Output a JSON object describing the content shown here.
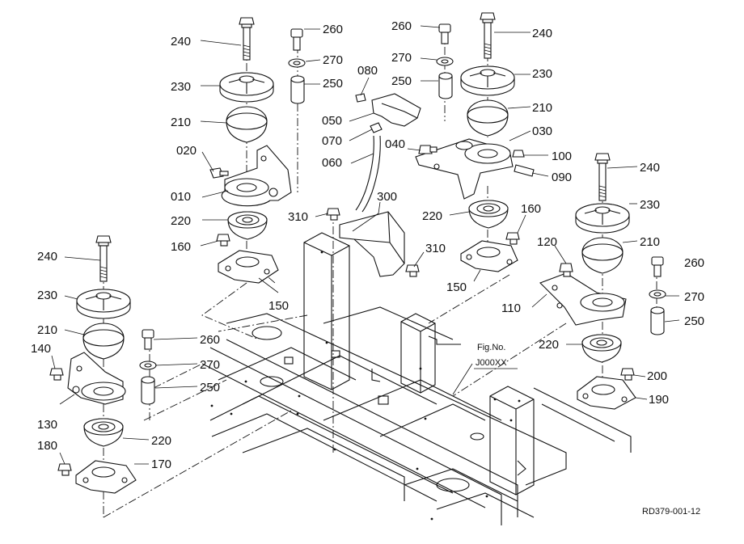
{
  "figure": {
    "fig_no_label": "Fig.No.",
    "fig_no_value": "J000XX",
    "drawing_code": "RD379-001-12"
  },
  "labels": {
    "l240a": "240",
    "l260a": "260",
    "l270a": "270",
    "l250a": "250",
    "l230a": "230",
    "l210a": "210",
    "l020": "020",
    "l010": "010",
    "l220a": "220",
    "l160a": "160",
    "l150a": "150",
    "l080": "080",
    "l050": "050",
    "l070": "070",
    "l060": "060",
    "l260b": "260",
    "l270b": "270",
    "l250b": "250",
    "l240b": "240",
    "l230b": "230",
    "l210b": "210",
    "l030": "030",
    "l040": "040",
    "l100": "100",
    "l090": "090",
    "l300": "300",
    "l310a": "310",
    "l310b": "310",
    "l220b": "220",
    "l160b": "160",
    "l150b": "150",
    "l240c": "240",
    "l230c": "230",
    "l210c": "210",
    "l120": "120",
    "l260c": "260",
    "l270c": "270",
    "l250c": "250",
    "l110": "110",
    "l220c": "220",
    "l200": "200",
    "l190": "190",
    "l240d": "240",
    "l230d": "230",
    "l210d": "210",
    "l140": "140",
    "l260d": "260",
    "l270d": "270",
    "l250d": "250",
    "l130": "130",
    "l220d": "220",
    "l180": "180",
    "l170": "170"
  }
}
